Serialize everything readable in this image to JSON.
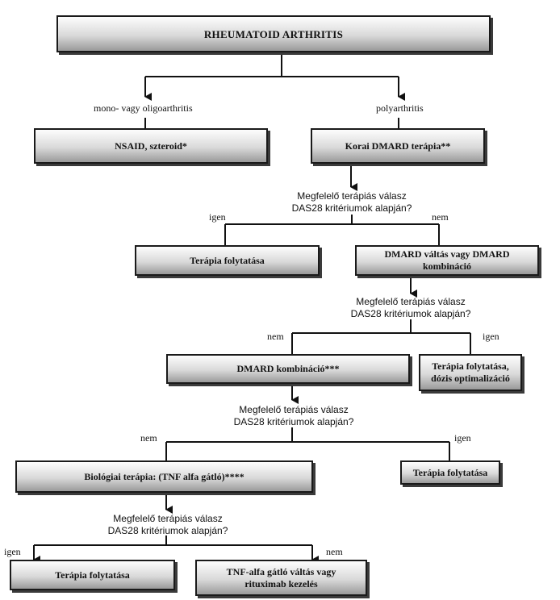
{
  "title": "RHEUMATOID ARTHRITIS",
  "branches": {
    "left_label": "mono- vagy oligoarthritis",
    "right_label": "polyarthritis"
  },
  "boxes": {
    "nsaid": "NSAID, szteroid*",
    "korai_dmard": "Korai DMARD terápia**",
    "terapia_folytatasa_1": "Terápia folytatása",
    "dmard_valtas_line1": "DMARD váltás vagy DMARD",
    "dmard_valtas_line2": "kombináció",
    "dmard_kombinacio": "DMARD kombináció***",
    "terapia_folytatasa_dozis_line1": "Terápia folytatása,",
    "terapia_folytatasa_dozis_line2": "dózis optimalizáció",
    "terapia_folytatasa_3": "Terápia folytatása",
    "biologiai_terapia": "Biológiai terápia: (TNF alfa gátló)****",
    "terapia_folytatasa_4": "Terápia folytatása",
    "tnf_valtas_line1": "TNF-alfa gátló váltás vagy",
    "tnf_valtas_line2": "rituximab kezelés"
  },
  "questions": {
    "line1": "Megfelelő terápiás válasz",
    "line2": "DAS28  kritériumok alapján?"
  },
  "labels": {
    "igen": "igen",
    "nem": "nem"
  }
}
